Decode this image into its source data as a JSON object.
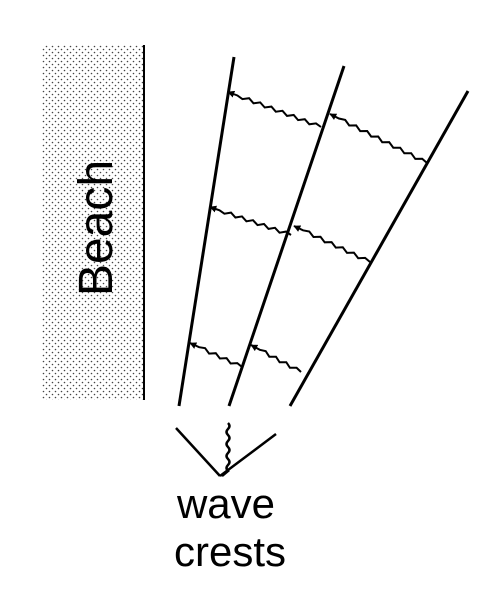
{
  "beach": {
    "label": "Beach"
  },
  "caption": {
    "line1": "wave",
    "line2": "crests"
  },
  "colors": {
    "ink": "#000000",
    "sand_dot": "#444444",
    "background": "#ffffff"
  },
  "arrows": [
    {
      "name": "arrow-top-left"
    },
    {
      "name": "arrow-top-right"
    },
    {
      "name": "arrow-middle-left"
    },
    {
      "name": "arrow-middle-right"
    },
    {
      "name": "arrow-bottom-left"
    },
    {
      "name": "arrow-bottom-right"
    }
  ]
}
